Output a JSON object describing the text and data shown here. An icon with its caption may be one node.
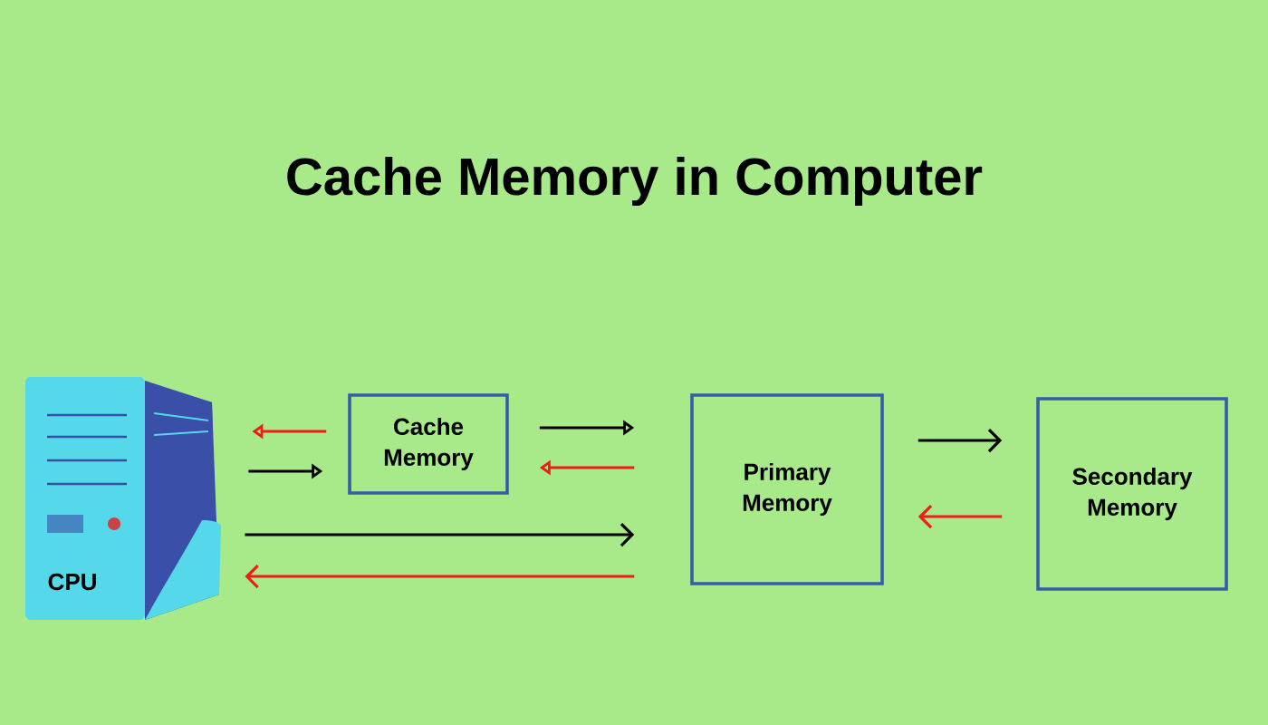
{
  "diagram": {
    "title": "Cache Memory in Computer",
    "nodes": [
      {
        "text": [
          "CPU"
        ]
      },
      {
        "text": [
          "Cache Memory"
        ]
      },
      {
        "text": [
          "Primary Memory"
        ]
      },
      {
        "text": [
          "Secondary Memory"
        ]
      }
    ],
    "edges": [
      {
        "from": 1,
        "to": 0,
        "arrow": "to",
        "color": "#ee1c1c"
      },
      {
        "from": 0,
        "to": 1,
        "arrow": "to",
        "color": "#000000"
      },
      {
        "from": 1,
        "to": 2,
        "arrow": "to",
        "color": "#000000"
      },
      {
        "from": 2,
        "to": 1,
        "arrow": "to",
        "color": "#ee1c1c"
      },
      {
        "from": 0,
        "to": 2,
        "arrow": "to",
        "color": "#000000"
      },
      {
        "from": 2,
        "to": 0,
        "arrow": "to",
        "color": "#ee1c1c"
      },
      {
        "from": 2,
        "to": 3,
        "arrow": "to",
        "color": "#000000"
      },
      {
        "from": 3,
        "to": 2,
        "arrow": "to",
        "color": "#ee1c1c"
      }
    ]
  }
}
